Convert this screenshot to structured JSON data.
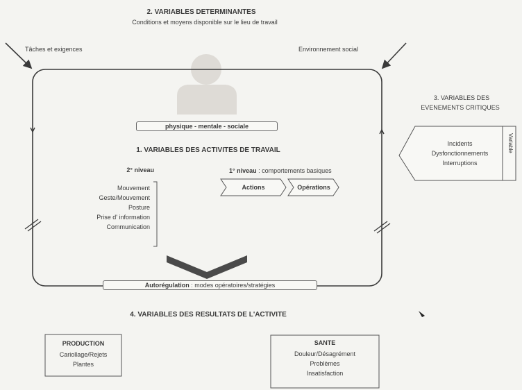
{
  "section2": {
    "title": "2. VARIABLES DETERMINANTES",
    "subtitle": "Conditions et moyens disponible sur le lieu de travail",
    "left_input": "Tâches et exigences",
    "right_input": "Environnement social"
  },
  "section3": {
    "title_line1": "3. VARIABLES DES",
    "title_line2": "EVENEMENTS CRITIQUES",
    "items": [
      "Incidents",
      "Dysfonctionnements",
      "Interruptions"
    ],
    "side_label": "Variable"
  },
  "section1": {
    "dimensions": "physique - mentale - sociale",
    "title": "1. VARIABLES DES ACTIVITES DE TRAVAIL",
    "level1_title": "1° niveau",
    "level1_desc": " : comportements basiques",
    "level1_items": [
      "Opérations",
      "Actions"
    ],
    "level2_title": "2° niveau",
    "level2_items": [
      "Mouvement",
      "Geste/Mouvement",
      "Posture",
      "Prise d' information",
      "Communication"
    ],
    "autoregulation_title": "Autorégulation",
    "autoregulation_desc": " : modes opératoires/stratégies"
  },
  "section4": {
    "title": "4. VARIABLES DES RESULTATS DE L'ACTIVITE",
    "production_title": "PRODUCTION",
    "production_items": [
      "Cariollage/Rejets",
      "Plantes"
    ],
    "sante_title": "SANTE",
    "sante_items": [
      "Douleur/Désagrément",
      "Problèmes",
      "Insatisfaction"
    ]
  }
}
